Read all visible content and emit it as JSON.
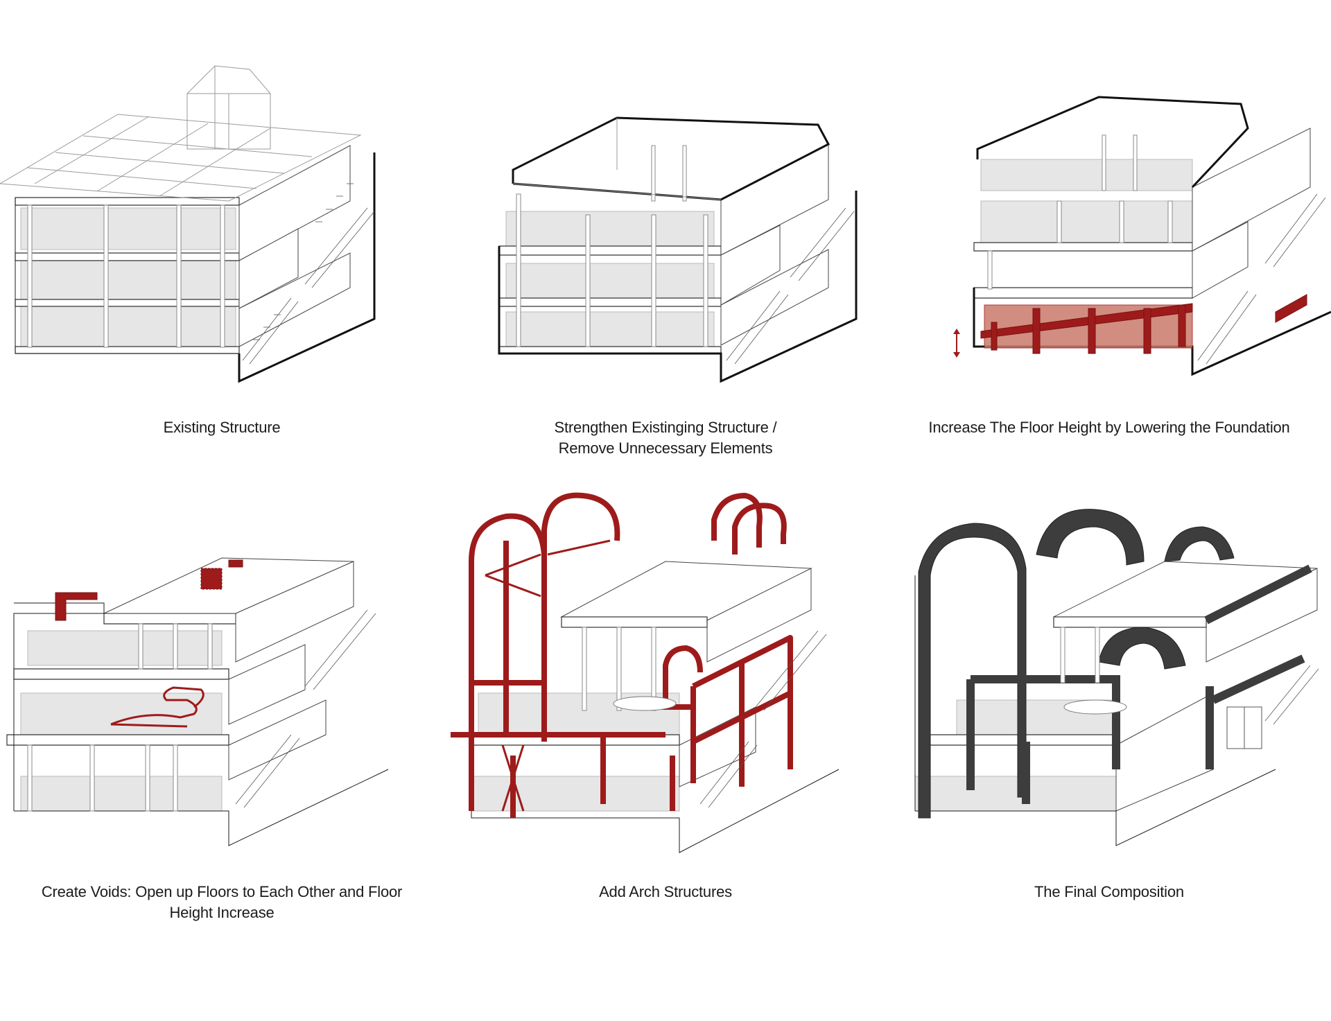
{
  "colors": {
    "accent": "#9e1b1b",
    "dark": "#3d3d3d",
    "floor": "#e6e6e6",
    "line": "#1a1a1a"
  },
  "steps": [
    {
      "caption_lines": [
        "Existing Structure"
      ]
    },
    {
      "caption_lines": [
        "Strengthen Existinging  Structure /",
        "Remove Unnecessary Elements"
      ]
    },
    {
      "caption_lines": [
        "Increase The Floor Height by Lowering the Foundation"
      ]
    },
    {
      "caption_lines": [
        "Create Voids: Open up Floors to Each Other and Floor",
        "Height Increase"
      ]
    },
    {
      "caption_lines": [
        "Add Arch Structures"
      ]
    },
    {
      "caption_lines": [
        "The Final Composition"
      ]
    }
  ]
}
